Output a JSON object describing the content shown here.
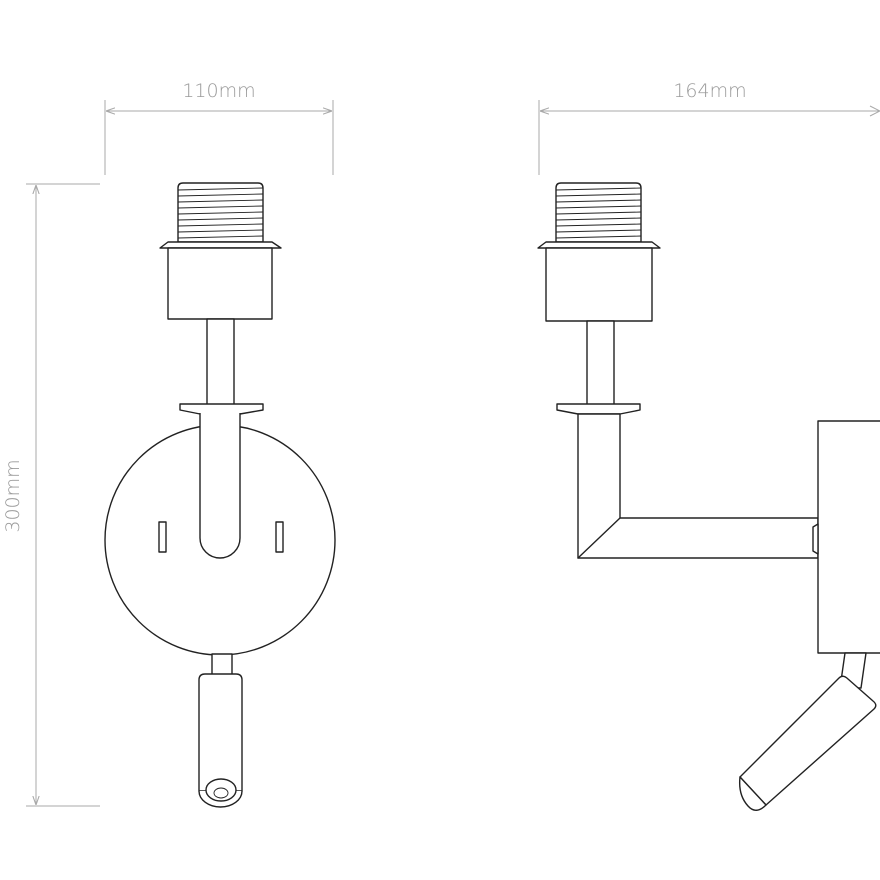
{
  "dimensions": {
    "front_width": "110mm",
    "side_depth": "164mm",
    "height": "300mm"
  },
  "colors": {
    "dimension": "#a9a9a9",
    "outline": "#222222",
    "background": "#ffffff"
  }
}
